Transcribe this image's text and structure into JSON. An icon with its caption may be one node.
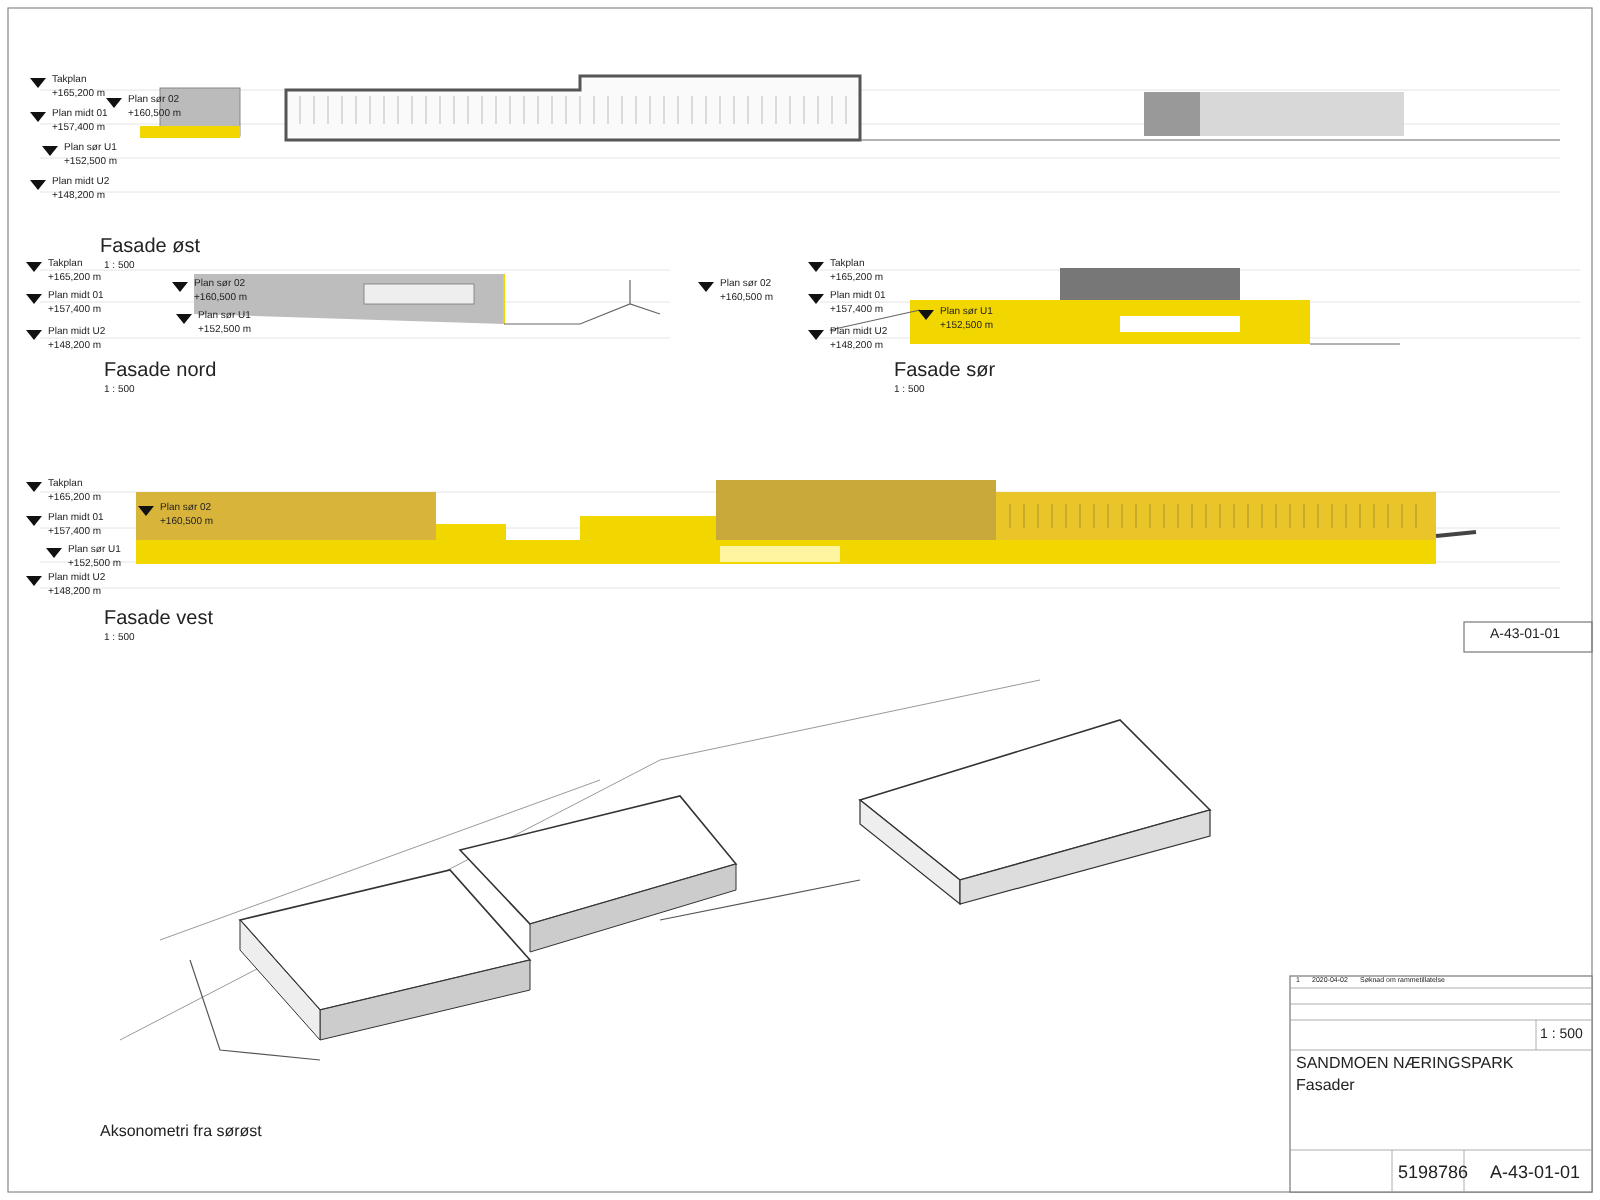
{
  "diagram": {
    "labels": [
      "Takplan",
      "+165,200 m",
      "Plan midt 01",
      "+157,400 m",
      "Plan sør U1",
      "+152,500 m",
      "Plan midt U2",
      "+148,200 m",
      "Plan sør 02",
      "+160,500 m",
      "Fasade øst",
      "1 : 500",
      "Takplan",
      "+165,200 m",
      "Plan midt 01",
      "+157,400 m",
      "Plan midt U2",
      "+148,200 m",
      "Plan sør 02",
      "+160,500 m",
      "Plan sør U1",
      "+152,500 m",
      "Fasade nord",
      "1 : 500",
      "Plan sør 02",
      "+160,500 m",
      "Plan sør U1",
      "+152,500 m",
      "Takplan",
      "+165,200 m",
      "Plan midt 01",
      "+157,400 m",
      "Plan midt U2",
      "+148,200 m",
      "Fasade sør",
      "1 : 500",
      "Takplan",
      "+165,200 m",
      "Plan midt 01",
      "+157,400 m",
      "Plan sør 02",
      "+160,500 m",
      "Plan sør U1",
      "+152,500 m",
      "Plan midt U2",
      "+148,200 m",
      "Fasade vest",
      "1 : 500",
      "A-43-01-01",
      "Aksonometri fra sørøst",
      "1",
      "2020-04-02",
      "Søknad om rammetillatelse",
      "1 : 500",
      "SANDMOEN NÆRINGSPARK",
      "Fasader",
      "5198786",
      "A-43-01-01"
    ]
  }
}
